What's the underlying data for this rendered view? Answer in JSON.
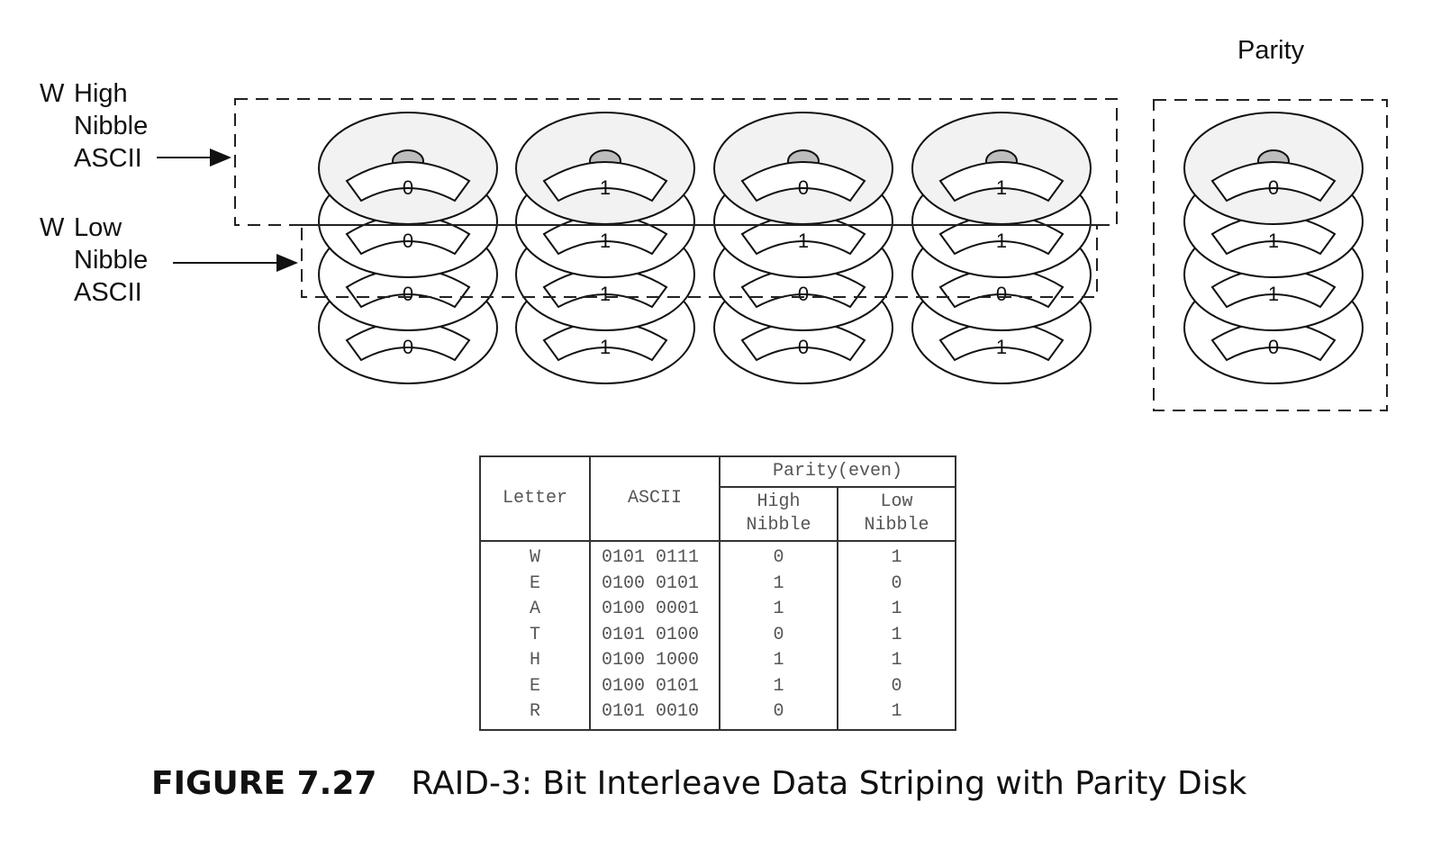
{
  "labels": {
    "high_nibble": {
      "letter": "W",
      "lines": [
        "High",
        "Nibble",
        "ASCII"
      ]
    },
    "low_nibble": {
      "letter": "W",
      "lines": [
        "Low",
        "Nibble",
        "ASCII"
      ]
    },
    "parity": "Parity"
  },
  "disk_stacks": [
    {
      "name": "data-disk-1",
      "bits": [
        "0",
        "0",
        "0",
        "0"
      ]
    },
    {
      "name": "data-disk-2",
      "bits": [
        "1",
        "1",
        "1",
        "1"
      ]
    },
    {
      "name": "data-disk-3",
      "bits": [
        "0",
        "1",
        "0",
        "0"
      ]
    },
    {
      "name": "data-disk-4",
      "bits": [
        "1",
        "1",
        "0",
        "1"
      ]
    },
    {
      "name": "parity-disk",
      "bits": [
        "0",
        "1",
        "1",
        "0"
      ]
    }
  ],
  "table": {
    "group_header": "Parity(even)",
    "headers": {
      "letter": "Letter",
      "ascii": "ASCII",
      "high": "High Nibble",
      "low": "Low Nibble"
    },
    "rows": [
      [
        "W",
        "0101 0111",
        "0",
        "1"
      ],
      [
        "E",
        "0100 0101",
        "1",
        "0"
      ],
      [
        "A",
        "0100 0001",
        "1",
        "1"
      ],
      [
        "T",
        "0101 0100",
        "0",
        "1"
      ],
      [
        "H",
        "0100 1000",
        "1",
        "1"
      ],
      [
        "E",
        "0100 0101",
        "1",
        "0"
      ],
      [
        "R",
        "0101 0010",
        "0",
        "1"
      ]
    ]
  },
  "caption": {
    "number": "FIGURE 7.27",
    "text": "RAID-3: Bit Interleave Data Striping with Parity Disk"
  }
}
